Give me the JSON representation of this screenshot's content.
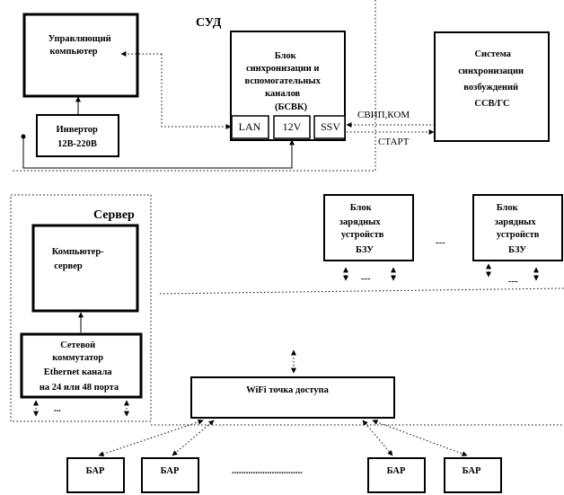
{
  "sud_title": "СУД",
  "server_title": "Сервер",
  "control_pc": [
    "Управляющий",
    "компьютер"
  ],
  "inverter": [
    "Инвертор",
    "12В-220В"
  ],
  "sync_block": [
    "Блок",
    "синхронизации и",
    "вспомогательных",
    "каналов",
    "(БСВК)"
  ],
  "ports": [
    "LAN",
    "12V",
    "SSV"
  ],
  "excitation": [
    "Система",
    "синхронизации",
    "возбуждений",
    "ССВ/ГС"
  ],
  "signals": {
    "top": "СВИП,КОМ",
    "bottom": "СТАРТ"
  },
  "charger_block": [
    "Блок",
    "зарядных",
    "устройств",
    "БЗУ"
  ],
  "ellipsis_short": "...",
  "ellipsis_mid": "---",
  "ellipsis_long": "..............................",
  "server_pc": [
    "Компьютер-",
    "сервер"
  ],
  "switch": [
    "Сетевой",
    "коммутатор",
    "Ethernet канала",
    "на 24 или 48 порта"
  ],
  "wifi": "WiFi точка доступа",
  "bar": "БАР"
}
